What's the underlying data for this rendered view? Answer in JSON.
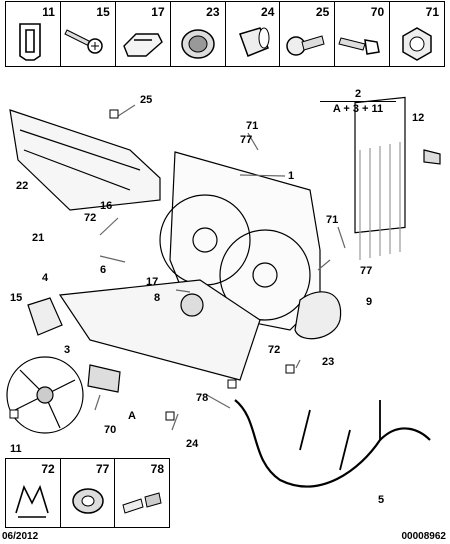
{
  "top_legend": [
    {
      "ref": "11",
      "icon": "clip-icon"
    },
    {
      "ref": "15",
      "icon": "screw-icon"
    },
    {
      "ref": "17",
      "icon": "bracket-clip-icon"
    },
    {
      "ref": "23",
      "icon": "grommet-icon"
    },
    {
      "ref": "24",
      "icon": "sleeve-icon"
    },
    {
      "ref": "25",
      "icon": "push-rivet-icon"
    },
    {
      "ref": "70",
      "icon": "bolt-icon"
    },
    {
      "ref": "71",
      "icon": "nut-icon"
    }
  ],
  "bottom_legend": [
    {
      "ref": "72",
      "icon": "spring-clip-icon"
    },
    {
      "ref": "77",
      "icon": "washer-icon"
    },
    {
      "ref": "78",
      "icon": "connector-pin-icon"
    }
  ],
  "formula": {
    "top": "2",
    "bottom": "A + 3 + 11"
  },
  "callouts": [
    {
      "id": "c25",
      "text": "25"
    },
    {
      "id": "c71a",
      "text": "71"
    },
    {
      "id": "c77a",
      "text": "77"
    },
    {
      "id": "c1",
      "text": "1"
    },
    {
      "id": "c12",
      "text": "12"
    },
    {
      "id": "c22",
      "text": "22"
    },
    {
      "id": "c16",
      "text": "16"
    },
    {
      "id": "c72a",
      "text": "72"
    },
    {
      "id": "c21",
      "text": "21"
    },
    {
      "id": "c71b",
      "text": "71"
    },
    {
      "id": "c6",
      "text": "6"
    },
    {
      "id": "c77b",
      "text": "77"
    },
    {
      "id": "c4",
      "text": "4"
    },
    {
      "id": "c17",
      "text": "17"
    },
    {
      "id": "c8",
      "text": "8"
    },
    {
      "id": "c9",
      "text": "9"
    },
    {
      "id": "c15",
      "text": "15"
    },
    {
      "id": "c3",
      "text": "3"
    },
    {
      "id": "c72b",
      "text": "72"
    },
    {
      "id": "c23",
      "text": "23"
    },
    {
      "id": "cA",
      "text": "A"
    },
    {
      "id": "c78",
      "text": "78"
    },
    {
      "id": "c70",
      "text": "70"
    },
    {
      "id": "c11",
      "text": "11"
    },
    {
      "id": "c24",
      "text": "24"
    },
    {
      "id": "c5",
      "text": "5"
    }
  ],
  "footer": {
    "date": "06/2012",
    "code": "00008962"
  }
}
